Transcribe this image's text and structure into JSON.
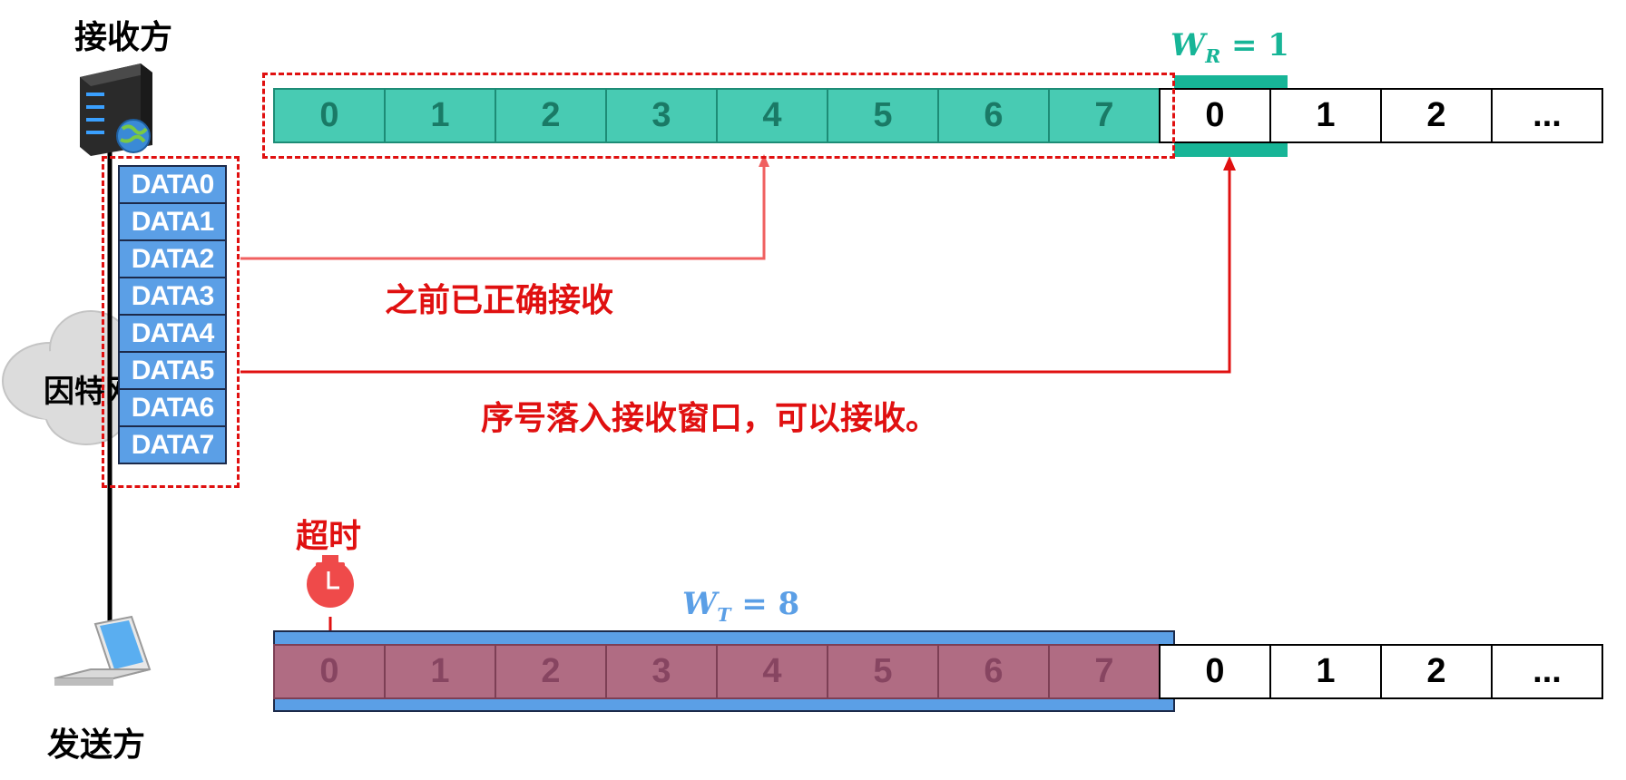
{
  "receiver": {
    "label": "接收方"
  },
  "sender": {
    "label": "发送方"
  },
  "internet": {
    "label": "因特网"
  },
  "receiver_window": {
    "symbol": "W",
    "subscript": "R",
    "equals": "= 1",
    "color": "#17b597"
  },
  "sender_window": {
    "symbol": "W",
    "subscript": "T",
    "equals": "= 8",
    "color": "#5b9fe6"
  },
  "receiver_sequence": {
    "window_cells": [
      "0",
      "1",
      "2",
      "3",
      "4",
      "5",
      "6",
      "7"
    ],
    "plain_cells": [
      "0",
      "1",
      "2",
      "..."
    ]
  },
  "sender_sequence": {
    "window_cells": [
      "0",
      "1",
      "2",
      "3",
      "4",
      "5",
      "6",
      "7"
    ],
    "plain_cells": [
      "0",
      "1",
      "2",
      "..."
    ]
  },
  "data_frames": [
    "DATA0",
    "DATA1",
    "DATA2",
    "DATA3",
    "DATA4",
    "DATA5",
    "DATA6",
    "DATA7"
  ],
  "annotations": {
    "previously_received": "之前已正确接收",
    "in_window": "序号落入接收窗口，可以接收。",
    "timeout": "超时"
  },
  "colors": {
    "accent_red": "#e01010",
    "receiver_window_fill": "#48cbb3",
    "sender_window_fill": "#b06c83",
    "data_fill": "#5b9fe6"
  }
}
